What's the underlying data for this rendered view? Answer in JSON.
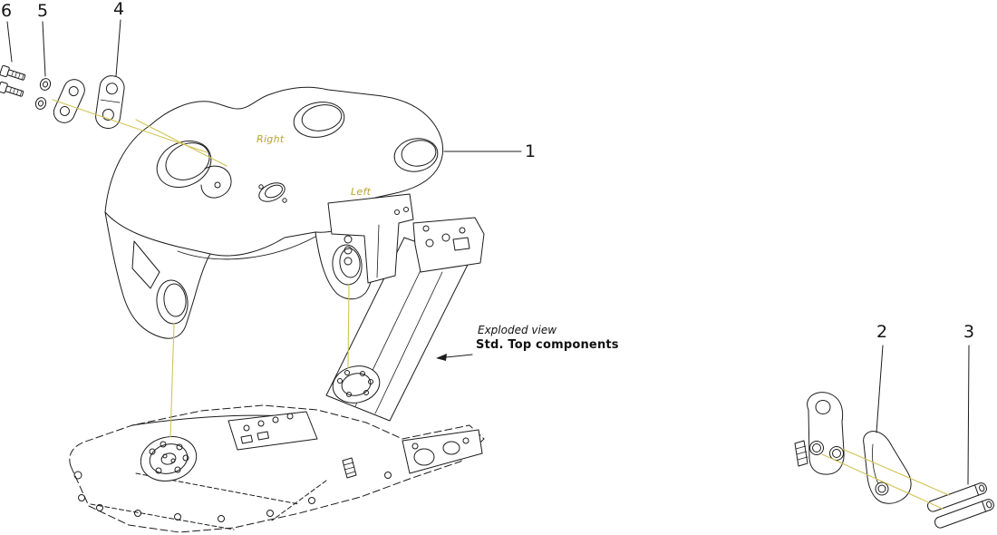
{
  "diagram": {
    "callouts": {
      "c1": "1",
      "c2": "2",
      "c3": "3",
      "c4": "4",
      "c5": "5",
      "c6": "6"
    },
    "orientation_labels": {
      "right": "Right",
      "left": "Left"
    },
    "caption": {
      "line1": "Exploded view",
      "line2": "Std. Top components"
    },
    "colors": {
      "background": "#ffffff",
      "line": "#1c1c1c",
      "leader_line": "#d2c455",
      "orientation_label_text": "#b9a42c"
    }
  }
}
